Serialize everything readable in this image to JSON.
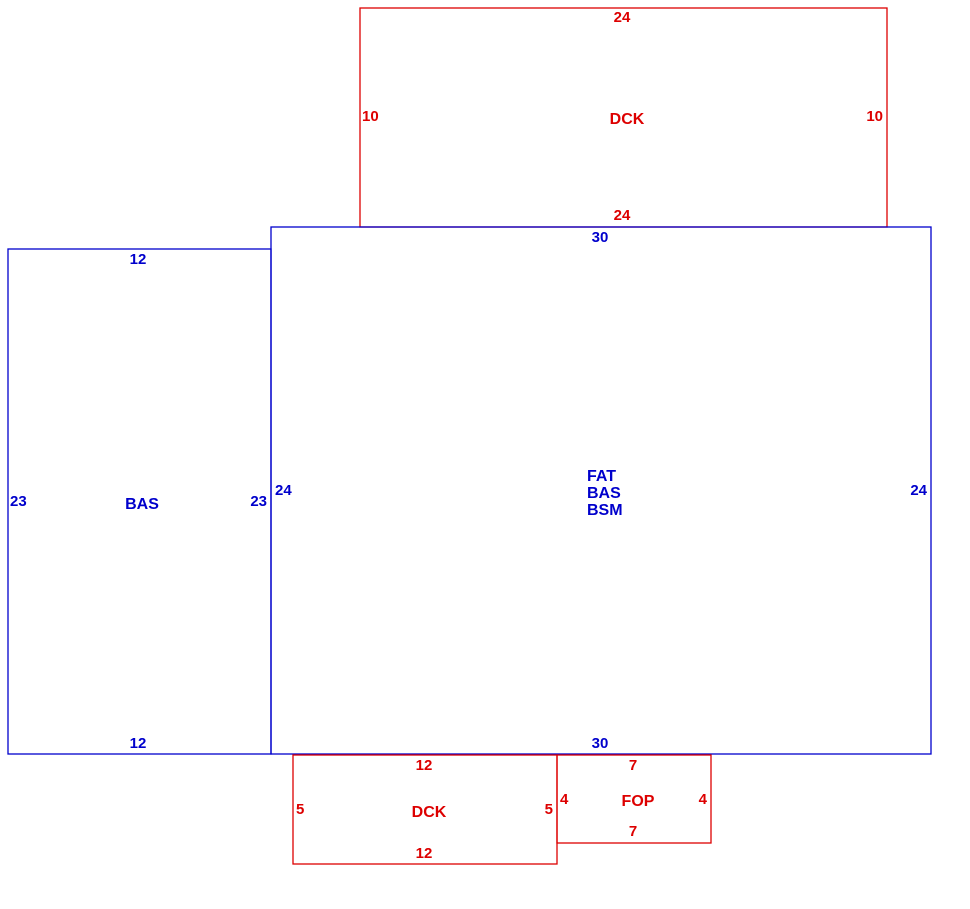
{
  "colors": {
    "living_area": "#0000cc",
    "exterior": "#dd0000"
  },
  "areas": [
    {
      "id": "deck-top",
      "type": "exterior",
      "labels": [
        "DCK"
      ],
      "sides": {
        "top": "24",
        "bottom": "24",
        "left": "10",
        "right": "10"
      }
    },
    {
      "id": "bas-left",
      "type": "living_area",
      "labels": [
        "BAS"
      ],
      "sides": {
        "top": "12",
        "bottom": "12",
        "left": "23",
        "right": "23"
      }
    },
    {
      "id": "main",
      "type": "living_area",
      "labels": [
        "FAT",
        "BAS",
        "BSM"
      ],
      "sides": {
        "top": "30",
        "bottom": "30",
        "left": "24",
        "right": "24"
      }
    },
    {
      "id": "deck-bottom",
      "type": "exterior",
      "labels": [
        "DCK"
      ],
      "sides": {
        "top": "12",
        "bottom": "12",
        "left": "5",
        "right": "5"
      }
    },
    {
      "id": "porch",
      "type": "exterior",
      "labels": [
        "FOP"
      ],
      "sides": {
        "top": "7",
        "bottom": "7",
        "left": "4",
        "right": "4"
      }
    }
  ]
}
